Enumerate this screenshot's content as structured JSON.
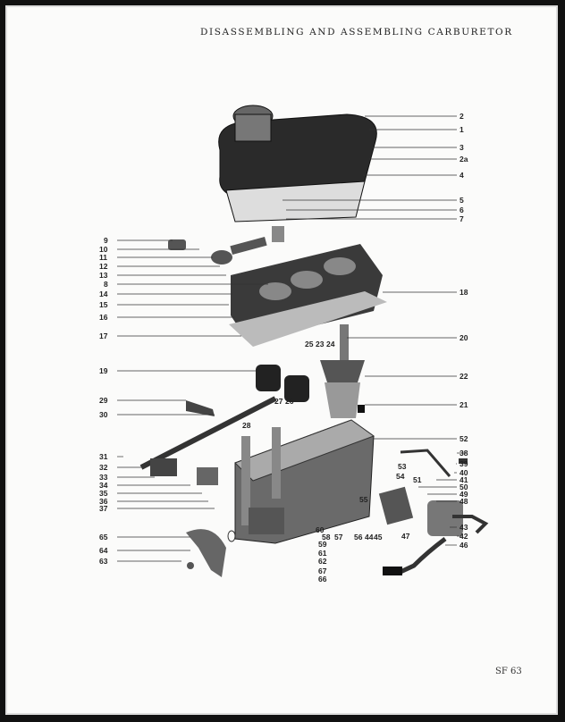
{
  "header": {
    "title": "DISASSEMBLING AND ASSEMBLING CARBURETOR"
  },
  "footer": {
    "figure_code": "SF 63"
  },
  "callouts": [
    "2",
    "1",
    "3",
    "2a",
    "4",
    "5",
    "6",
    "7",
    "18",
    "20",
    "22",
    "21",
    "52",
    "38",
    "39",
    "40",
    "41",
    "50",
    "49",
    "48",
    "43",
    "42",
    "46",
    "9",
    "10",
    "11",
    "12",
    "13",
    "8",
    "14",
    "15",
    "16",
    "17",
    "19",
    "29",
    "30",
    "31",
    "32",
    "33",
    "34",
    "35",
    "36",
    "37",
    "65",
    "64",
    "63",
    "25",
    "23",
    "24",
    "27",
    "26",
    "28",
    "53",
    "54",
    "51",
    "55",
    "60",
    "58",
    "57",
    "56",
    "44",
    "45",
    "47",
    "59",
    "61",
    "62",
    "67",
    "66"
  ]
}
